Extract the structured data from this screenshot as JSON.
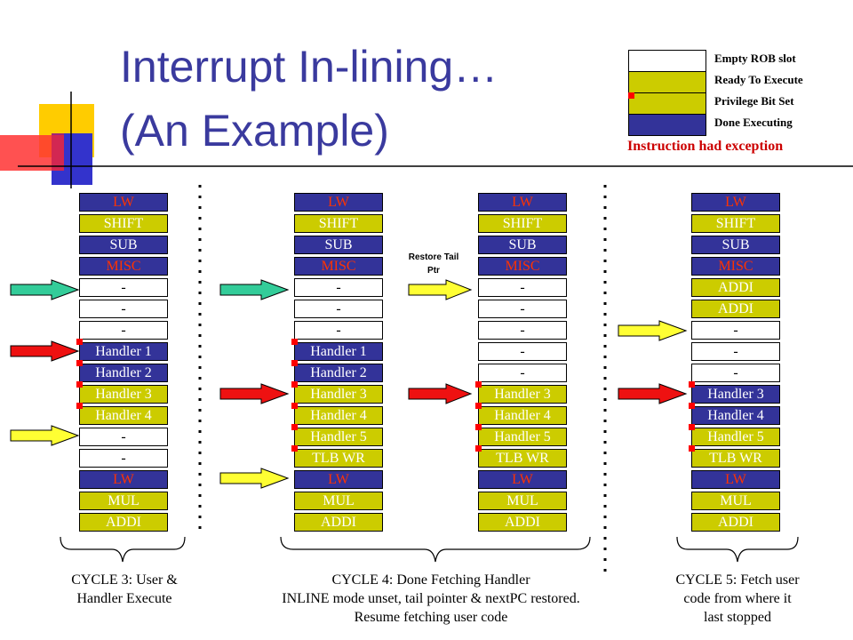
{
  "title": {
    "line1": "Interrupt In-lining…",
    "line2": "(An Example)"
  },
  "legend": {
    "items": [
      {
        "label": "Empty ROB slot",
        "state": "empty",
        "privilege": false
      },
      {
        "label": "Ready To Execute",
        "state": "ready",
        "privilege": false
      },
      {
        "label": "Privilege Bit Set",
        "state": "ready",
        "privilege": true
      },
      {
        "label": "Done Executing",
        "state": "done",
        "privilege": false
      }
    ],
    "exception_note": "Instruction had exception"
  },
  "colors": {
    "empty": "#ffffff",
    "ready": "#cccc00",
    "done": "#333399",
    "exception_text": "#ff3300",
    "privilege_mark": "#ff0000",
    "title": "#3a3a9e"
  },
  "restore_label": "Restore Tail Ptr",
  "columns": [
    {
      "cells": [
        {
          "text": "LW",
          "state": "done",
          "exception": true
        },
        {
          "text": "SHIFT",
          "state": "ready"
        },
        {
          "text": "SUB",
          "state": "done"
        },
        {
          "text": "MISC",
          "state": "done",
          "exception": true
        },
        {
          "text": "-",
          "state": "empty"
        },
        {
          "text": "-",
          "state": "empty"
        },
        {
          "text": "-",
          "state": "empty"
        },
        {
          "text": "Handler 1",
          "state": "done",
          "privilege": true
        },
        {
          "text": "Handler 2",
          "state": "done",
          "privilege": true
        },
        {
          "text": "Handler 3",
          "state": "ready",
          "privilege": true
        },
        {
          "text": "Handler 4",
          "state": "ready",
          "privilege": true
        },
        {
          "text": "-",
          "state": "empty"
        },
        {
          "text": "-",
          "state": "empty"
        },
        {
          "text": "LW",
          "state": "done",
          "exception": true
        },
        {
          "text": "MUL",
          "state": "ready"
        },
        {
          "text": "ADDI",
          "state": "ready"
        }
      ]
    },
    {
      "cells": [
        {
          "text": "LW",
          "state": "done",
          "exception": true
        },
        {
          "text": "SHIFT",
          "state": "ready"
        },
        {
          "text": "SUB",
          "state": "done"
        },
        {
          "text": "MISC",
          "state": "done",
          "exception": true
        },
        {
          "text": "-",
          "state": "empty"
        },
        {
          "text": "-",
          "state": "empty"
        },
        {
          "text": "-",
          "state": "empty"
        },
        {
          "text": "Handler 1",
          "state": "done",
          "privilege": true
        },
        {
          "text": "Handler 2",
          "state": "done",
          "privilege": true
        },
        {
          "text": "Handler 3",
          "state": "ready",
          "privilege": true
        },
        {
          "text": "Handler 4",
          "state": "ready",
          "privilege": true
        },
        {
          "text": "Handler 5",
          "state": "ready",
          "privilege": true
        },
        {
          "text": "TLB WR",
          "state": "ready",
          "privilege": true
        },
        {
          "text": "LW",
          "state": "done",
          "exception": true
        },
        {
          "text": "MUL",
          "state": "ready"
        },
        {
          "text": "ADDI",
          "state": "ready"
        }
      ]
    },
    {
      "cells": [
        {
          "text": "LW",
          "state": "done",
          "exception": true
        },
        {
          "text": "SHIFT",
          "state": "ready"
        },
        {
          "text": "SUB",
          "state": "done"
        },
        {
          "text": "MISC",
          "state": "done",
          "exception": true
        },
        {
          "text": "-",
          "state": "empty"
        },
        {
          "text": "-",
          "state": "empty"
        },
        {
          "text": "-",
          "state": "empty"
        },
        {
          "text": "-",
          "state": "empty"
        },
        {
          "text": "-",
          "state": "empty"
        },
        {
          "text": "Handler 3",
          "state": "ready",
          "privilege": true
        },
        {
          "text": "Handler 4",
          "state": "ready",
          "privilege": true
        },
        {
          "text": "Handler 5",
          "state": "ready",
          "privilege": true
        },
        {
          "text": "TLB WR",
          "state": "ready",
          "privilege": true
        },
        {
          "text": "LW",
          "state": "done",
          "exception": true
        },
        {
          "text": "MUL",
          "state": "ready"
        },
        {
          "text": "ADDI",
          "state": "ready"
        }
      ]
    },
    {
      "cells": [
        {
          "text": "LW",
          "state": "done",
          "exception": true
        },
        {
          "text": "SHIFT",
          "state": "ready"
        },
        {
          "text": "SUB",
          "state": "done"
        },
        {
          "text": "MISC",
          "state": "done",
          "exception": true
        },
        {
          "text": "ADDI",
          "state": "ready"
        },
        {
          "text": "ADDI",
          "state": "ready"
        },
        {
          "text": "-",
          "state": "empty"
        },
        {
          "text": "-",
          "state": "empty"
        },
        {
          "text": "-",
          "state": "empty"
        },
        {
          "text": "Handler 3",
          "state": "done",
          "privilege": true
        },
        {
          "text": "Handler 4",
          "state": "done",
          "privilege": true
        },
        {
          "text": "Handler 5",
          "state": "ready",
          "privilege": true
        },
        {
          "text": "TLB WR",
          "state": "ready",
          "privilege": true
        },
        {
          "text": "LW",
          "state": "done",
          "exception": true
        },
        {
          "text": "MUL",
          "state": "ready"
        },
        {
          "text": "ADDI",
          "state": "ready"
        }
      ]
    }
  ],
  "captions": [
    {
      "lines": [
        "CYCLE 3: User &",
        "Handler Execute"
      ]
    },
    {
      "lines": [
        "CYCLE 4: Done Fetching Handler",
        "INLINE mode unset, tail pointer & nextPC restored.",
        "Resume fetching user code"
      ]
    },
    {
      "lines": [
        "CYCLE 5: Fetch user",
        "code from where it",
        "last stopped"
      ]
    }
  ]
}
